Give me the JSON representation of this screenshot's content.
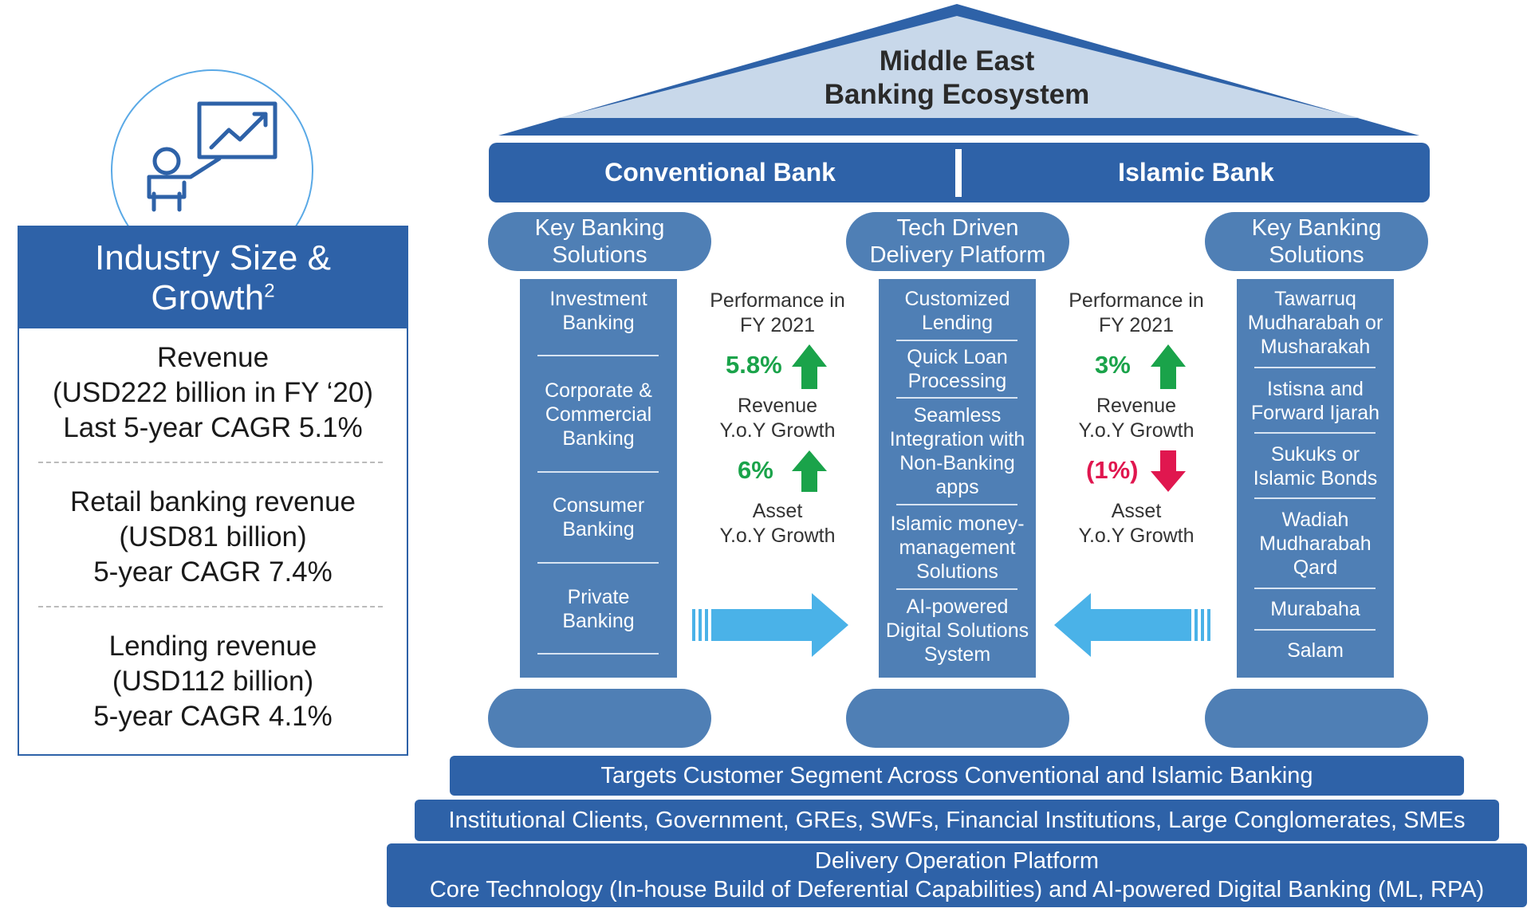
{
  "left_panel": {
    "title_line1": "Industry Size &",
    "title_line2": "Growth",
    "title_sup": "2",
    "stats": [
      {
        "line1": "Revenue",
        "line2": "(USD222 billion in FY ‘20)",
        "line3": "Last 5-year CAGR 5.1%"
      },
      {
        "line1": "Retail banking revenue",
        "line2": "(USD81 billion)",
        "line3": "5-year CAGR 7.4%"
      },
      {
        "line1": "Lending revenue",
        "line2": "(USD112 billion)",
        "line3": "5-year CAGR 4.1%"
      }
    ],
    "icon": "presenter-chart-icon"
  },
  "ecosystem": {
    "roof_line1": "Middle East",
    "roof_line2": "Banking Ecosystem",
    "conventional_label": "Conventional Bank",
    "islamic_label": "Islamic Bank",
    "pillars": {
      "left": {
        "capital_line1": "Key Banking",
        "capital_line2": "Solutions",
        "items": [
          [
            "Investment",
            "Banking"
          ],
          [
            "Corporate &",
            "Commercial",
            "Banking"
          ],
          [
            "Consumer",
            "Banking"
          ],
          [
            "Private",
            "Banking"
          ]
        ]
      },
      "middle": {
        "capital_line1": "Tech Driven",
        "capital_line2": "Delivery Platform",
        "items": [
          [
            "Customized",
            "Lending"
          ],
          [
            "Quick Loan",
            "Processing"
          ],
          [
            "Seamless",
            "Integration with",
            "Non-Banking",
            "apps"
          ],
          [
            "Islamic money-",
            "management",
            "Solutions"
          ],
          [
            "AI-powered",
            "Digital Solutions",
            "System"
          ]
        ]
      },
      "right": {
        "capital_line1": "Key Banking",
        "capital_line2": "Solutions",
        "items": [
          [
            "Tawarruq",
            "Mudharabah or",
            "Musharakah"
          ],
          [
            "Istisna and",
            "Forward Ijarah"
          ],
          [
            "Sukuks or",
            "Islamic Bonds"
          ],
          [
            "Wadiah",
            "Mudharabah",
            "Qard"
          ],
          [
            "Murabaha"
          ],
          [
            "Salam"
          ]
        ]
      }
    },
    "performance": {
      "conventional": {
        "title_line1": "Performance in",
        "title_line2": "FY 2021",
        "revenue_growth": "5.8%",
        "revenue_line1": "Revenue",
        "revenue_line2": "Y.o.Y Growth",
        "asset_growth": "6%",
        "asset_line1": "Asset",
        "asset_line2": "Y.o.Y Growth"
      },
      "islamic": {
        "title_line1": "Performance in",
        "title_line2": "FY 2021",
        "revenue_growth": "3%",
        "revenue_line1": "Revenue",
        "revenue_line2": "Y.o.Y Growth",
        "asset_growth": "(1%)",
        "asset_line1": "Asset",
        "asset_line2": "Y.o.Y Growth"
      }
    },
    "colors": {
      "dark_blue": "#2e62a8",
      "pillar_blue": "#4f7fb5",
      "roof_fill": "#c8d8ea",
      "arrow_blue": "#4ab2e8",
      "up_green": "#1aa34a",
      "down_red": "#e0174f"
    },
    "bands": {
      "targets": "Targets Customer Segment Across Conventional and Islamic Banking",
      "clients": "Institutional Clients, Government, GREs, SWFs, Financial Institutions, Large Conglomerates, SMEs",
      "platform_line1": "Delivery Operation Platform",
      "platform_line2": "Core Technology (In-house Build of Deferential Capabilities) and AI-powered Digital Banking (ML, RPA)"
    }
  }
}
